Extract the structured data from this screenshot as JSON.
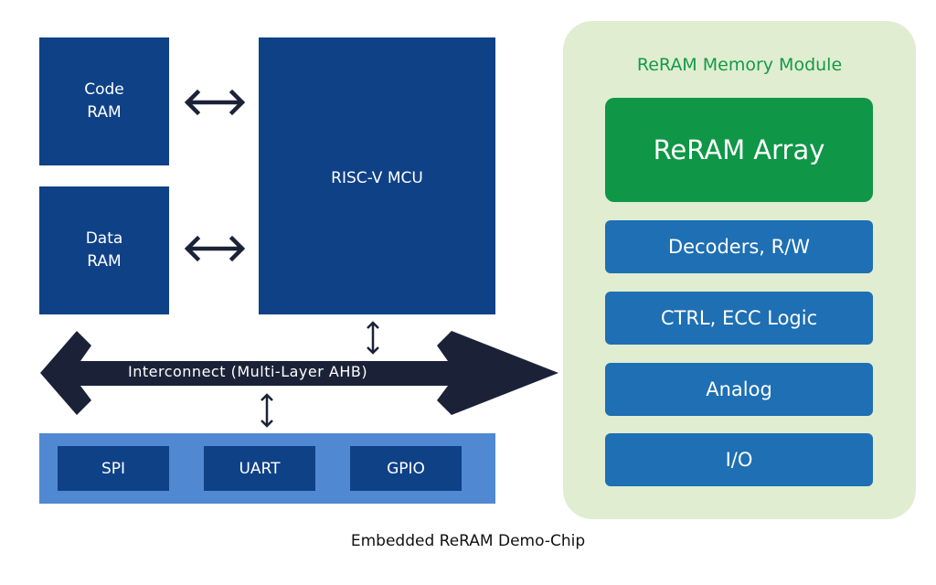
{
  "diagram": {
    "caption": "Embedded ReRAM Demo-Chip",
    "colors": {
      "block_dark_blue": "#0f4187",
      "block_mid_blue": "#1e6fb3",
      "periph_bg_blue": "#5089d1",
      "green": "#0f9647",
      "module_bg": "#e0edd1",
      "arrow": "#1b2238"
    },
    "code_ram": {
      "line1": "Code",
      "line2": "RAM"
    },
    "data_ram": {
      "line1": "Data",
      "line2": "RAM"
    },
    "mcu": {
      "label": "RISC-V MCU"
    },
    "interconnect": {
      "label": "Interconnect (Multi-Layer AHB)"
    },
    "peripherals": [
      {
        "label": "SPI"
      },
      {
        "label": "UART"
      },
      {
        "label": "GPIO"
      }
    ],
    "reram_module": {
      "title": "ReRAM Memory Module",
      "blocks": [
        {
          "label": "ReRAM Array"
        },
        {
          "label": "Decoders, R/W"
        },
        {
          "label": "CTRL, ECC Logic"
        },
        {
          "label": "Analog"
        },
        {
          "label": "I/O"
        }
      ]
    }
  }
}
